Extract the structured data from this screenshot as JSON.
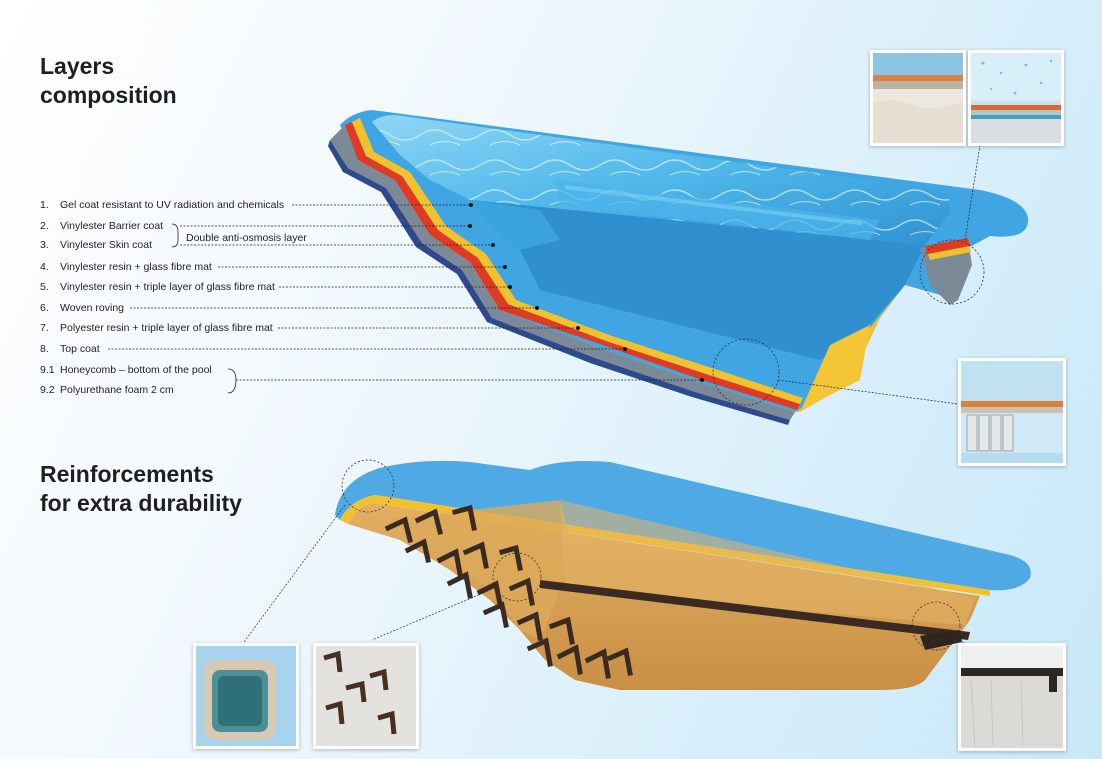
{
  "sections": {
    "layers_title_line1": "Layers",
    "layers_title_line2": "composition",
    "reinforcements_title_line1": "Reinforcements",
    "reinforcements_title_line2": "for extra durability"
  },
  "layers": [
    {
      "num": "1.",
      "label": "Gel coat resistant to UV radiation and chemicals"
    },
    {
      "num": "2.",
      "label": "Vinylester Barrier coat"
    },
    {
      "num": "3.",
      "label": "Vinylester Skin coat"
    },
    {
      "num": "4.",
      "label": "Vinylester resin + glass fibre mat"
    },
    {
      "num": "5.",
      "label": "Vinylester resin + triple layer of glass fibre mat"
    },
    {
      "num": "6.",
      "label": "Woven roving"
    },
    {
      "num": "7.",
      "label": "Polyester resin + triple layer of glass fibre mat"
    },
    {
      "num": "8.",
      "label": "Top coat"
    },
    {
      "num": "9.1",
      "label": "Honeycomb – bottom of the pool"
    },
    {
      "num": "9.2",
      "label": "Polyurethane foam 2 cm"
    }
  ],
  "group_note": "Double anti-osmosis layer",
  "colors": {
    "pool_blue": "#3da0e0",
    "pool_light": "#5cc0f0",
    "gelcoat_red": "#e03a22",
    "yellow": "#f2c22e",
    "gray_layers": "#7d8c98",
    "dark_blue": "#2e4a8c",
    "shell_orange": "#d8a352",
    "rib_dark": "#3a2a22"
  }
}
